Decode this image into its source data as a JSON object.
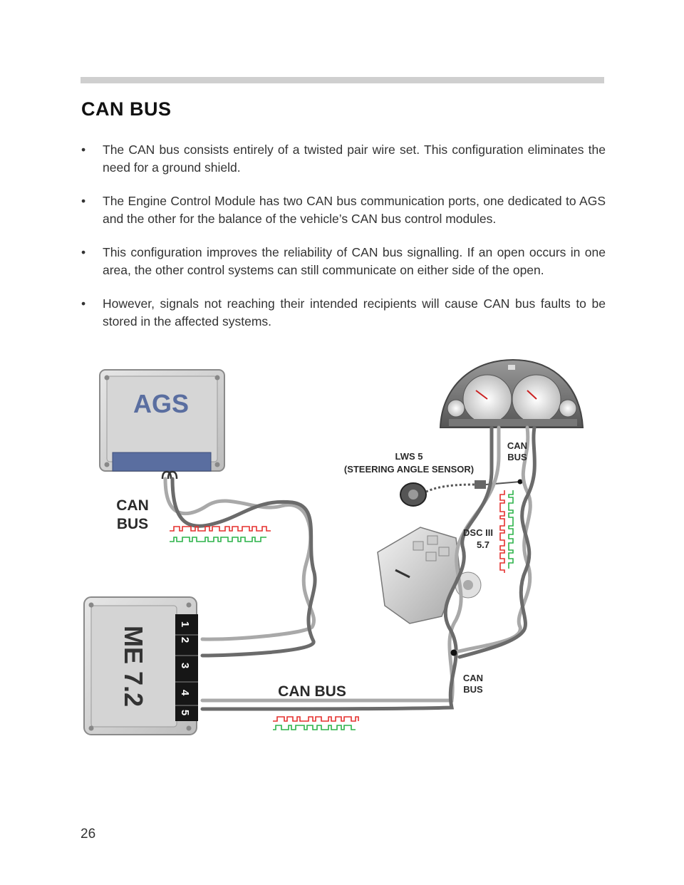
{
  "page": {
    "title": "CAN BUS",
    "page_number": "26"
  },
  "bullets": [
    "The CAN bus consists entirely of a twisted pair wire set.  This configuration eliminates the need for a ground shield.",
    "The Engine Control Module has two CAN bus communication ports, one dedicated to AGS   and the other for the balance of the vehicle’s CAN bus control modules.",
    "This configuration improves the reliability of CAN bus signalling. If an open occurs in one area, the other control systems can still communicate on either side of the open.",
    "However, signals not reaching their intended recipients will cause CAN bus faults to be stored in the affected systems."
  ],
  "diagram": {
    "ags_label": "AGS",
    "ecm_label": "ME 7.2",
    "ecm_pins": [
      "1",
      "2",
      "3",
      "4",
      "5"
    ],
    "can_bus_left_line1": "CAN",
    "can_bus_left_line2": "BUS",
    "can_bus_bottom": "CAN BUS",
    "lws_line1": "LWS 5",
    "lws_line2": "(STEERING ANGLE SENSOR)",
    "can_bus_top_line1": "CAN",
    "can_bus_top_line2": "BUS",
    "dsc_line1": "DSC III",
    "dsc_line2": "5.7",
    "can_bus_lower_line1": "CAN",
    "can_bus_lower_line2": "BUS"
  },
  "colors": {
    "ags_blue": "#5a6ea0",
    "signal_green": "#2db34a",
    "signal_red": "#e5312f",
    "wire_dark": "#6b6b6b",
    "wire_light": "#a9a9a9"
  }
}
